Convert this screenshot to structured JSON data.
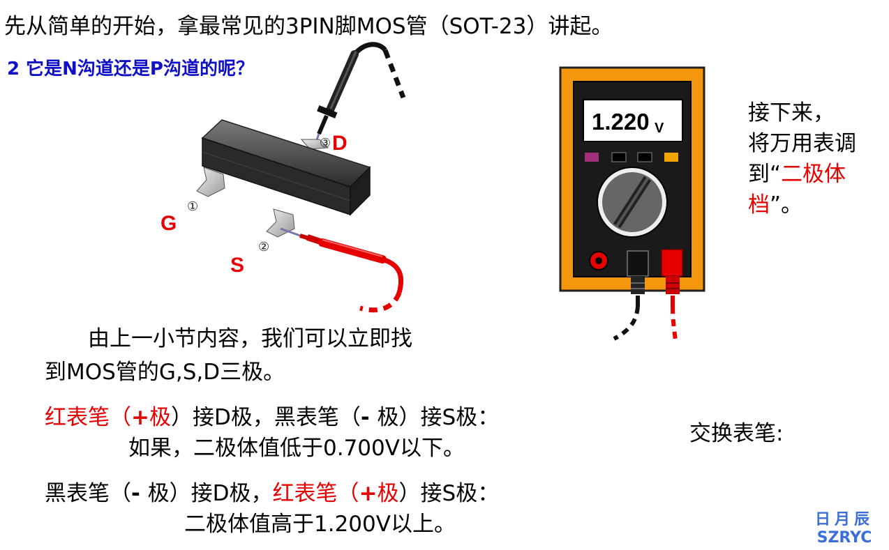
{
  "title": "先从简单的开始，拿最常见的3PIN脚MOS管（SOT-23）讲起。",
  "question": "2  它是N沟道还是P沟道的呢？",
  "pins": {
    "d_num": "③",
    "d_label": "D",
    "g_num": "①",
    "g_label": "G",
    "s_num": "②",
    "s_label": "S"
  },
  "multimeter": {
    "reading": "1.220",
    "unit": "V"
  },
  "right_note": {
    "line1": "接下来，",
    "line2": "将万用表调",
    "line3_pre": "到“",
    "line3_red": "二极体",
    "line4_red": "档",
    "line4_post": "”。"
  },
  "paragraph": {
    "line1": "由上一小节内容，我们可以立即找",
    "line2": "到MOS管的G,S,D三极。"
  },
  "rule1": {
    "red_part": "红表笔（",
    "red_plus": "+",
    "red_pole": "极",
    "mid": "）接D极，",
    "black_part": "黑表笔（",
    "black_minus": "- ",
    "black_pole": "极",
    "end": "）接S极：",
    "result": "如果，二极体值低于0.700V以下。"
  },
  "rule2": {
    "black_part": "黑表笔（",
    "black_minus": "- ",
    "black_pole": "极",
    "mid": "）接D极，",
    "red_part": "红表笔（",
    "red_plus": "+",
    "red_pole": "极",
    "end": "）接S极：",
    "result": "二极体值高于1.200V以上。"
  },
  "swap_note": "交换表笔:",
  "logo": {
    "cn": "日月辰",
    "en": "SZRYC"
  },
  "colors": {
    "red": "#e60000",
    "blue_question": "#1010c8",
    "meter_orange": "#f5960f",
    "meter_body": "#1a1a1a",
    "logo_blue": "#3b6ed8"
  }
}
